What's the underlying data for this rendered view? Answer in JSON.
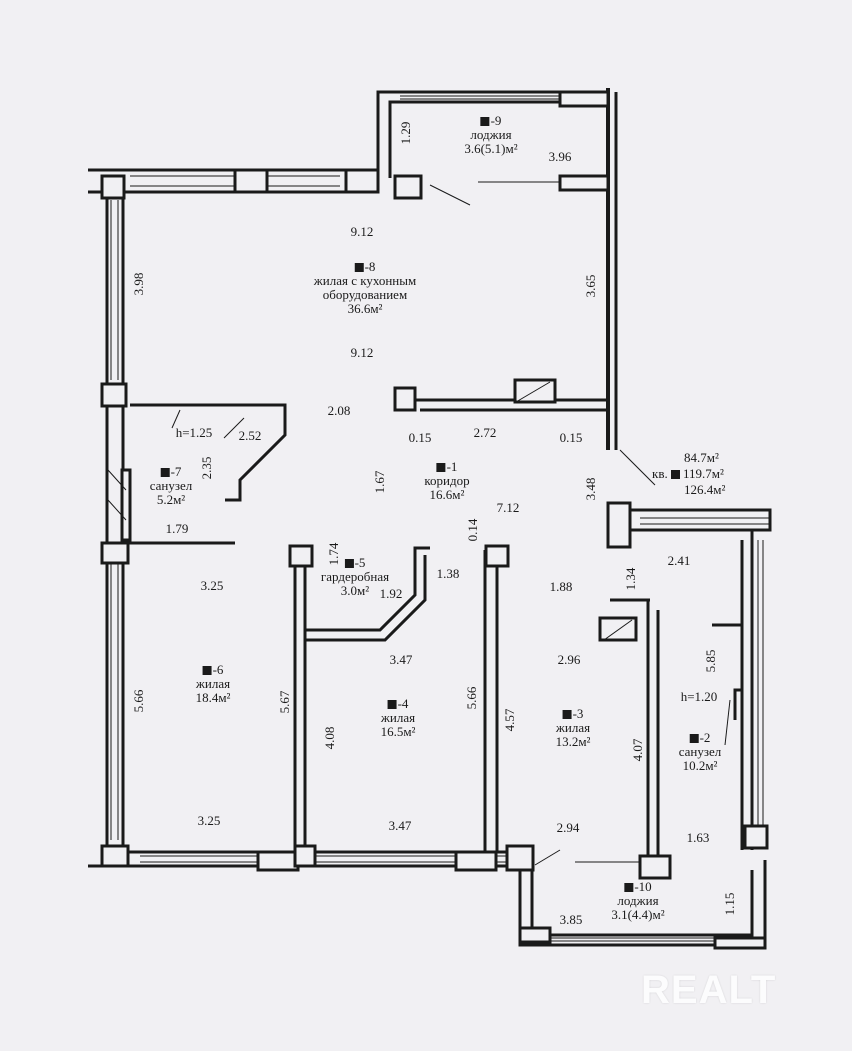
{
  "rooms": {
    "r1": {
      "num": "-1",
      "name": "коридор",
      "area": "16.6м²"
    },
    "r2": {
      "num": "-2",
      "name": "санузел",
      "area": "10.2м²"
    },
    "r3": {
      "num": "-3",
      "name": "жилая",
      "area": "13.2м²"
    },
    "r4": {
      "num": "-4",
      "name": "жилая",
      "area": "16.5м²"
    },
    "r5": {
      "num": "-5",
      "name": "гардеробная",
      "area": "3.0м²"
    },
    "r6": {
      "num": "-6",
      "name": "жилая",
      "area": "18.4м²"
    },
    "r7": {
      "num": "-7",
      "name": "санузел",
      "area": "5.2м²"
    },
    "r8": {
      "num": "-8",
      "name_line1": "жилая с кухонным",
      "name_line2": "оборудованием",
      "area": "36.6м²"
    },
    "r9": {
      "num": "-9",
      "name": "лоджия",
      "area": "3.6(5.1)м²"
    },
    "r10": {
      "num": "-10",
      "name": "лоджия",
      "area": "3.1(4.4)м²"
    }
  },
  "apartment": {
    "label": "кв.",
    "area1": "84.7м²",
    "area2": "119.7м²",
    "area3": "126.4м²"
  },
  "dimensions": {
    "d_129": "1.29",
    "d_396": "3.96",
    "d_912a": "9.12",
    "d_398": "3.98",
    "d_365": "3.65",
    "d_912b": "9.12",
    "d_208": "2.08",
    "d_125": "h=1.25",
    "d_252": "2.52",
    "d_015a": "0.15",
    "d_272": "2.72",
    "d_015b": "0.15",
    "d_235": "2.35",
    "d_167": "1.67",
    "d_348": "3.48",
    "d_712": "7.12",
    "d_014": "0.14",
    "d_179": "1.79",
    "d_174": "1.74",
    "d_241": "2.41",
    "d_325a": "3.25",
    "d_192": "1.92",
    "d_138": "1.38",
    "d_188": "1.88",
    "d_134": "1.34",
    "d_347a": "3.47",
    "d_296": "2.96",
    "d_585": "5.85",
    "d_566a": "5.66",
    "d_567": "5.67",
    "d_408": "4.08",
    "d_566b": "5.66",
    "d_457": "4.57",
    "d_407": "4.07",
    "d_120": "h=1.20",
    "d_325b": "3.25",
    "d_347b": "3.47",
    "d_294": "2.94",
    "d_163": "1.63",
    "d_385": "3.85",
    "d_115": "1.15"
  },
  "watermark": "REALT"
}
